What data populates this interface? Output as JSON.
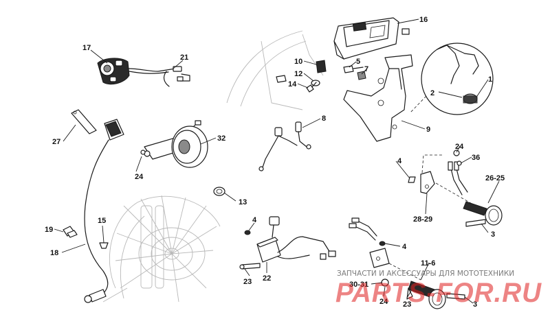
{
  "diagram": {
    "callouts": {
      "c1": "1",
      "c2": "2",
      "c3a": "3",
      "c3b": "3",
      "c4a": "4",
      "c4b": "4",
      "c4c": "4",
      "c5": "5",
      "c7": "7",
      "c8": "8",
      "c9": "9",
      "c10": "10",
      "c12": "12",
      "c13": "13",
      "c14": "14",
      "c15": "15",
      "c16": "16",
      "c17": "17",
      "c18": "18",
      "c19": "19",
      "c21": "21",
      "c22": "22",
      "c23a": "23",
      "c23b": "23",
      "c24a": "24",
      "c24b": "24",
      "c24c": "24",
      "c27": "27",
      "c32": "32",
      "c36": "36",
      "c26_25": "26-25",
      "c28_29": "28-29",
      "c11_6": "11-6",
      "c30_31": "30-31"
    }
  },
  "watermark": {
    "tagline": "ЗАПЧАСТИ И АКСЕССУАРЫ ДЛЯ МОТОТЕХНИКИ",
    "brand": "PARTS-FOR.RU"
  },
  "colors": {
    "watermark_red": "#e02020",
    "line": "#1a1a1a"
  }
}
